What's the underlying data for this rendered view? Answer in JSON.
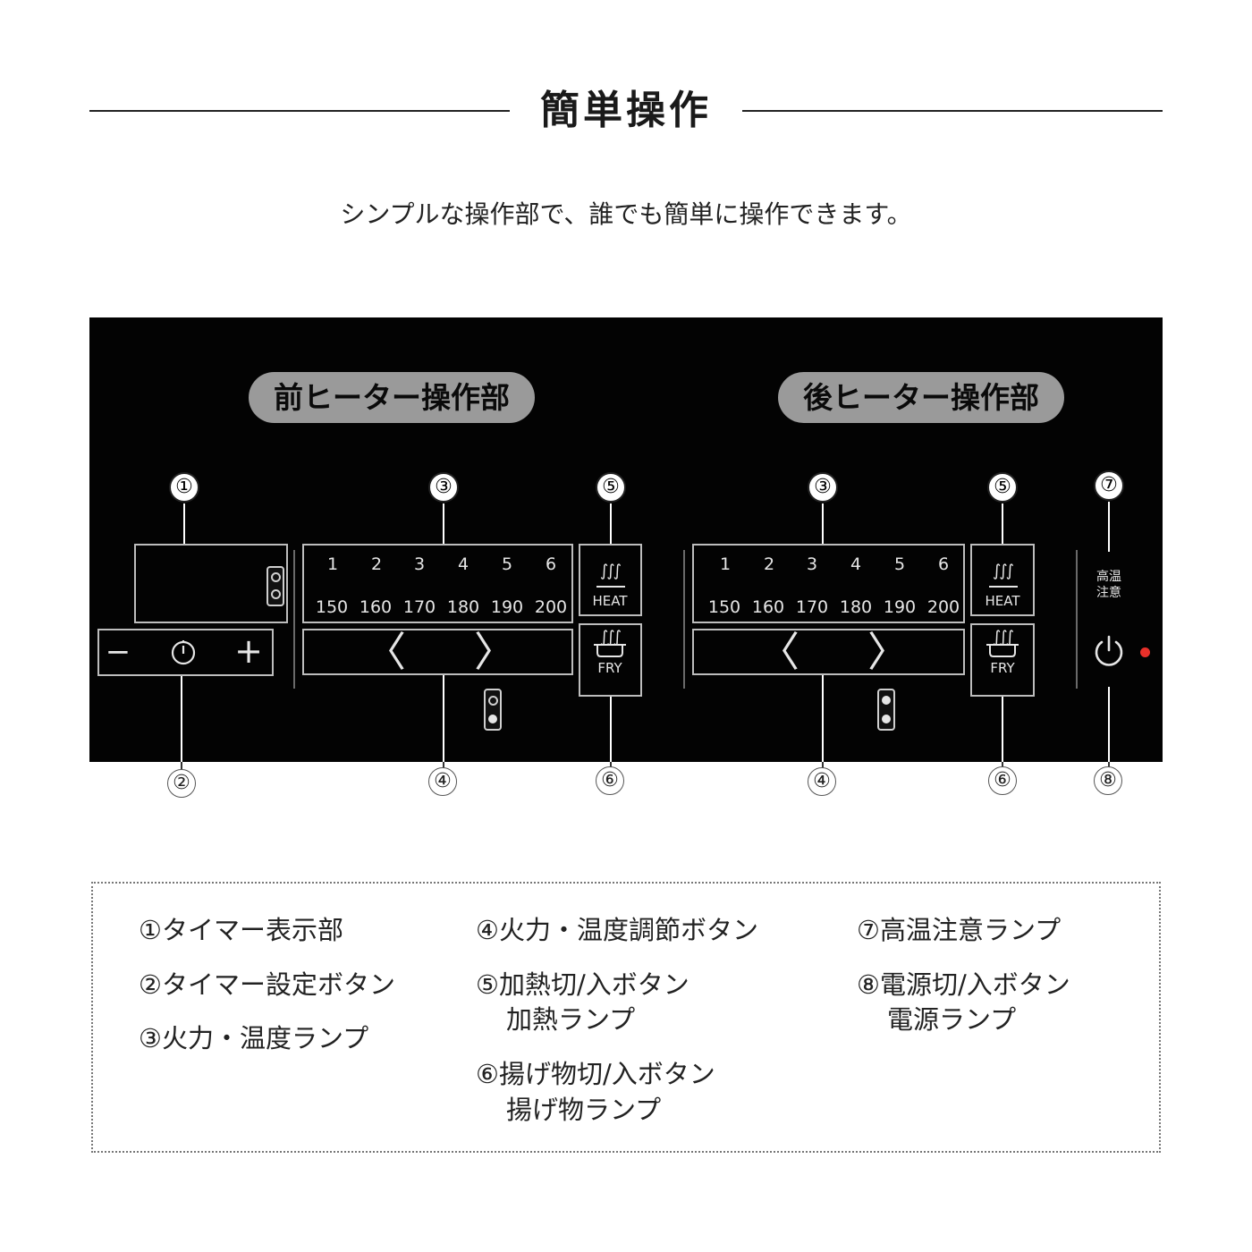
{
  "header": {
    "title": "簡単操作",
    "subtitle": "シンプルな操作部で、誰でも簡単に操作できます。"
  },
  "panel": {
    "front_label": "前ヒーター操作部",
    "rear_label": "後ヒーター操作部",
    "levels": [
      "1",
      "2",
      "3",
      "4",
      "5",
      "6"
    ],
    "temps": [
      "150",
      "160",
      "170",
      "180",
      "190",
      "200"
    ],
    "heat_label": "HEAT",
    "fry_label": "FRY",
    "steam_symbol": "∫∫∫",
    "timer_minus": "−",
    "timer_plus": "+",
    "timer_icon": "clock-icon",
    "arrow_left": "〈",
    "arrow_right": "〉",
    "warning_text": "高温 注意",
    "power_icon": "power-icon",
    "power_indicator_color": "#e8302a"
  },
  "callouts": {
    "n1": "①",
    "n2": "②",
    "n3": "③",
    "n4": "④",
    "n5": "⑤",
    "n6": "⑥",
    "n7": "⑦",
    "n8": "⑧"
  },
  "legend": {
    "col1": [
      "①タイマー表示部",
      "②タイマー設定ボタン",
      "③火力・温度ランプ"
    ],
    "col2": [
      "④火力・温度調節ボタン",
      "⑤加熱切/入ボタン",
      "加熱ランプ",
      "⑥揚げ物切/入ボタン",
      "揚げ物ランプ"
    ],
    "col3": [
      "⑦高温注意ランプ",
      "⑧電源切/入ボタン",
      "電源ランプ"
    ]
  }
}
